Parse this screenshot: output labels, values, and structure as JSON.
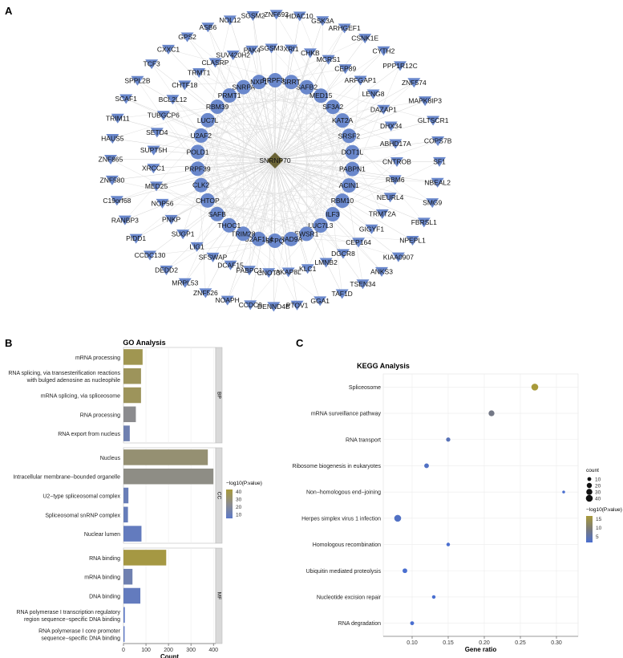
{
  "chart_data": [
    {
      "panel": "A",
      "type": "network",
      "center": "SNRNP70",
      "inner_nodes": [
        "SAFB2",
        "MED15",
        "SF3A2",
        "KAT2A",
        "SRSF2",
        "DOT1L",
        "PABPN1",
        "ACIN1",
        "RBM10",
        "ILF3",
        "LUC7L3",
        "EWSR1",
        "RAD9A",
        "SFPQ",
        "U2AF1L4",
        "TRIM28",
        "THOC1",
        "SAFB",
        "CHTOP",
        "CLK2",
        "PRPF39",
        "POLD1",
        "U2AF2",
        "LUC7L",
        "RBM39",
        "PRMT1",
        "SNRPA",
        "NXF1",
        "PRPF31",
        "SRRT"
      ],
      "middle_nodes": [
        "SGSM3",
        "XRI1",
        "CHKB",
        "MCRS1",
        "CEP89",
        "ARFGAP1",
        "LENG8",
        "DAZAP1",
        "DHX34",
        "ABHD17A",
        "CNTROB",
        "RBM6",
        "NEURL4",
        "TRMT2A",
        "GIGYF1",
        "CEP164",
        "DGCR8",
        "LMNB2",
        "KLC1",
        "AKAP8L",
        "CNOT3",
        "PABPC1",
        "DCAF15",
        "SFSWAP",
        "LIG1",
        "SUGP1",
        "PNKP",
        "NOP56",
        "MED25",
        "XRCC1",
        "SUPT5H",
        "SETD4",
        "TUBGCP6",
        "BCL2L12",
        "CHTF18",
        "TRMT1",
        "CLASRP",
        "SUV420H2",
        "PAK4"
      ],
      "outer_nodes": [
        "HDAC10",
        "GSK3A",
        "ARHGEF1",
        "CSNK1E",
        "CYTH2",
        "PPP1R12C",
        "ZNF574",
        "MAPK8IP3",
        "GLTSCR1",
        "COPS7B",
        "SF1",
        "NBEAL2",
        "SMG9",
        "FBRSL1",
        "NPEPL1",
        "KIAA0907",
        "ANKS3",
        "TSEN34",
        "TAF1D",
        "GGA1",
        "PTOV1",
        "DENND4B",
        "CCDC9",
        "NOAPH",
        "ZNF526",
        "MRPL53",
        "DEDD2",
        "CCDC130",
        "PIDD1",
        "RANBP3",
        "C19orf68",
        "ZNF580",
        "ZNF865",
        "HAUS5",
        "TRIM11",
        "SCAF1",
        "SPPL2B",
        "TCF3",
        "CXXC1",
        "GPS2",
        "ASB6",
        "NOL12",
        "SGSM2",
        "ZNF692"
      ]
    },
    {
      "panel": "B",
      "type": "bar",
      "title": "GO Analysis",
      "xlabel": "Count",
      "xlim": [
        0,
        410
      ],
      "xticks": [
        "0",
        "100",
        "200",
        "300",
        "400"
      ],
      "legend_title": "−log10(P.value)",
      "legend_ticks": [
        "40",
        "30",
        "20",
        "10"
      ],
      "color_low": "#5b78c8",
      "color_mid": "#8c8c8c",
      "color_high": "#a89a3a",
      "groups": [
        {
          "label": "BP",
          "items": [
            {
              "term": "mRNA processing",
              "count": 85,
              "neglogp": 35
            },
            {
              "term": "RNA splicing, via transesterification reactions|with bulged adenosine as nucleophile",
              "count": 78,
              "neglogp": 33
            },
            {
              "term": "mRNA splicing, via spliceosome",
              "count": 78,
              "neglogp": 33
            },
            {
              "term": "RNA processing",
              "count": 55,
              "neglogp": 22
            },
            {
              "term": "RNA export from nucleus",
              "count": 28,
              "neglogp": 12
            }
          ]
        },
        {
          "label": "CC",
          "items": [
            {
              "term": "Nucleus",
              "count": 375,
              "neglogp": 28
            },
            {
              "term": "Intracellular membrane−bounded organelle",
              "count": 400,
              "neglogp": 24
            },
            {
              "term": "U2−type spliceosomal complex",
              "count": 22,
              "neglogp": 10
            },
            {
              "term": "Spliceosomal snRNP complex",
              "count": 20,
              "neglogp": 9
            },
            {
              "term": "Nuclear lumen",
              "count": 80,
              "neglogp": 8
            }
          ]
        },
        {
          "label": "MF",
          "items": [
            {
              "term": "RNA binding",
              "count": 190,
              "neglogp": 38
            },
            {
              "term": "mRNA binding",
              "count": 40,
              "neglogp": 12
            },
            {
              "term": "DNA binding",
              "count": 75,
              "neglogp": 8
            },
            {
              "term": "RNA polymerase I transcription regulatory|region sequence−specific DNA binding",
              "count": 6,
              "neglogp": 6
            },
            {
              "term": "RNA polymerase I core promoter|sequence−specific DNA binding",
              "count": 5,
              "neglogp": 6
            }
          ]
        }
      ]
    },
    {
      "panel": "C",
      "type": "scatter",
      "title": "KEGG Analysis",
      "xlabel": "Gene ratio",
      "xlim": [
        0.06,
        0.33
      ],
      "xticks": [
        0.1,
        0.15,
        0.2,
        0.25,
        0.3
      ],
      "xtick_labels": [
        "0.10",
        "0.15",
        "0.20",
        "0.25",
        "0.30"
      ],
      "size_legend_title": "count",
      "size_legend": [
        "10",
        "20",
        "30",
        "40"
      ],
      "color_legend_title": "−log10(P.value)",
      "color_legend_ticks": [
        "15",
        "10",
        "5"
      ],
      "points": [
        {
          "term": "Spliceosome",
          "ratio": 0.27,
          "count": 40,
          "neglogp": 17
        },
        {
          "term": "mRNA surveillance pathway",
          "ratio": 0.21,
          "count": 28,
          "neglogp": 9
        },
        {
          "term": "RNA transport",
          "ratio": 0.15,
          "count": 12,
          "neglogp": 5
        },
        {
          "term": "Ribosome biogenesis in eukaryotes",
          "ratio": 0.12,
          "count": 16,
          "neglogp": 4
        },
        {
          "term": "Non−homologous end−joining",
          "ratio": 0.31,
          "count": 4,
          "neglogp": 3
        },
        {
          "term": "Herpes simplex virus 1 infection",
          "ratio": 0.08,
          "count": 40,
          "neglogp": 4
        },
        {
          "term": "Homologous recombination",
          "ratio": 0.15,
          "count": 8,
          "neglogp": 3
        },
        {
          "term": "Ubiquitin mediated proteolysis",
          "ratio": 0.09,
          "count": 16,
          "neglogp": 3
        },
        {
          "term": "Nucleotide excision repair",
          "ratio": 0.13,
          "count": 8,
          "neglogp": 3
        },
        {
          "term": "RNA degradation",
          "ratio": 0.1,
          "count": 10,
          "neglogp": 3
        }
      ]
    }
  ]
}
